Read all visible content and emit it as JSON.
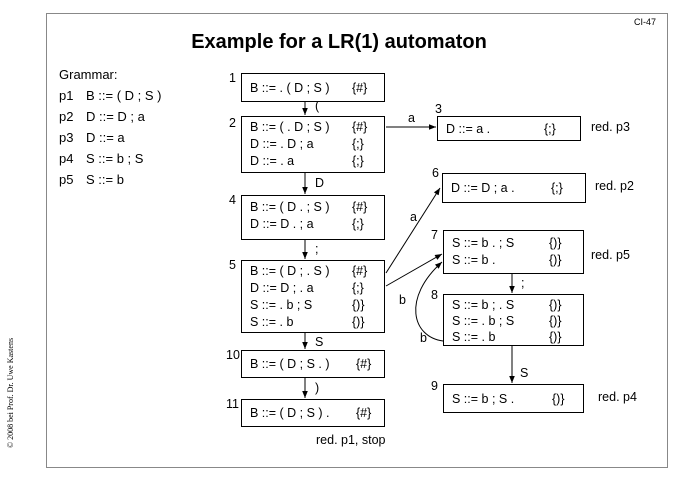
{
  "slide_id": "CI-47",
  "title": "Example for a LR(1) automaton",
  "copyright": "© 2008 bei Prof. Dr. Uwe Kastens",
  "grammar": {
    "heading": "Grammar:",
    "rules": [
      {
        "id": "p1",
        "rule": "B ::= ( D ; S )"
      },
      {
        "id": "p2",
        "rule": "D ::= D ; a"
      },
      {
        "id": "p3",
        "rule": "D ::= a"
      },
      {
        "id": "p4",
        "rule": "S ::= b ; S"
      },
      {
        "id": "p5",
        "rule": "S ::= b"
      }
    ]
  },
  "states": {
    "s1": {
      "num": "1",
      "items": [
        {
          "item": "B ::= . ( D ; S )",
          "la": "{#}"
        }
      ]
    },
    "s2": {
      "num": "2",
      "items": [
        {
          "item": "B ::= ( . D ; S )",
          "la": "{#}"
        },
        {
          "item": "D ::= . D ; a",
          "la": "{;}"
        },
        {
          "item": "D ::= . a",
          "la": "{;}"
        }
      ]
    },
    "s3": {
      "num": "3",
      "items": [
        {
          "item": "D ::= a .",
          "la": "{;}"
        }
      ],
      "action": "red. p3"
    },
    "s4": {
      "num": "4",
      "items": [
        {
          "item": "B ::= ( D . ; S )",
          "la": "{#}"
        },
        {
          "item": "D ::= D . ; a",
          "la": "{;}"
        }
      ]
    },
    "s5": {
      "num": "5",
      "items": [
        {
          "item": "B ::= ( D ; . S )",
          "la": "{#}"
        },
        {
          "item": "D ::= D ; . a",
          "la": "{;}"
        },
        {
          "item": "S ::= . b ; S",
          "la": "{)}"
        },
        {
          "item": "S ::= . b",
          "la": "{)}"
        }
      ]
    },
    "s6": {
      "num": "6",
      "items": [
        {
          "item": "D ::= D ; a .",
          "la": "{;}"
        }
      ],
      "action": "red. p2"
    },
    "s7": {
      "num": "7",
      "items": [
        {
          "item": "S ::= b . ; S",
          "la": "{)}"
        },
        {
          "item": "S ::= b .",
          "la": "{)}"
        }
      ],
      "action": "red. p5"
    },
    "s8": {
      "num": "8",
      "items": [
        {
          "item": "S ::= b ; . S",
          "la": "{)}"
        },
        {
          "item": "S ::= . b ; S",
          "la": "{)}"
        },
        {
          "item": "S ::= . b",
          "la": "{)}"
        }
      ]
    },
    "s9": {
      "num": "9",
      "items": [
        {
          "item": "S ::= b ; S .",
          "la": "{)}"
        }
      ],
      "action": "red. p4"
    },
    "s10": {
      "num": "10",
      "items": [
        {
          "item": "B ::= ( D ; S . )",
          "la": "{#}"
        }
      ]
    },
    "s11": {
      "num": "11",
      "items": [
        {
          "item": "B ::= ( D ; S ) .",
          "la": "{#}"
        }
      ],
      "action": "red. p1, stop"
    }
  },
  "transitions": [
    {
      "from": "1",
      "to": "2",
      "symbol": "("
    },
    {
      "from": "2",
      "to": "3",
      "symbol": "a"
    },
    {
      "from": "2",
      "to": "4",
      "symbol": "D"
    },
    {
      "from": "4",
      "to": "5",
      "symbol": ";"
    },
    {
      "from": "5",
      "to": "6",
      "symbol": "a"
    },
    {
      "from": "5",
      "to": "7",
      "symbol": "b"
    },
    {
      "from": "5",
      "to": "10",
      "symbol": "S"
    },
    {
      "from": "7",
      "to": "8",
      "symbol": ";"
    },
    {
      "from": "8",
      "to": "7",
      "symbol": "b"
    },
    {
      "from": "8",
      "to": "9",
      "symbol": "S"
    },
    {
      "from": "10",
      "to": "11",
      "symbol": ")"
    }
  ]
}
